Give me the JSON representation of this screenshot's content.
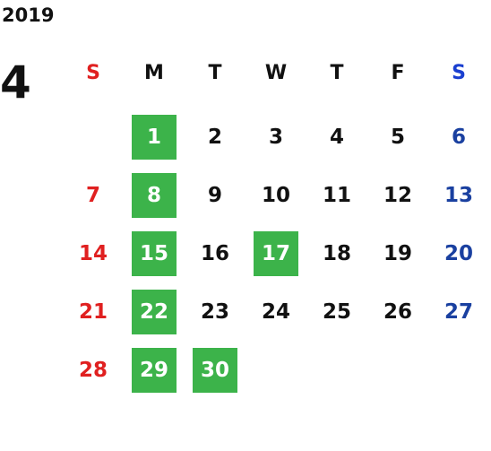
{
  "calendar": {
    "year": "2019",
    "month": "4",
    "colors": {
      "sunday": "#e02020",
      "saturday": "#1a40a0",
      "weekday": "#111111",
      "sunday_header": "#e02020",
      "saturday_header": "#1a3fd0",
      "highlight_bg": "#3cb34a",
      "highlight_text": "#ffffff"
    },
    "weekdays": [
      "S",
      "M",
      "T",
      "W",
      "T",
      "F",
      "S"
    ],
    "leading_blanks": 1,
    "days": [
      {
        "label": "1",
        "highlight": true
      },
      {
        "label": "2",
        "highlight": false
      },
      {
        "label": "3",
        "highlight": false
      },
      {
        "label": "4",
        "highlight": false
      },
      {
        "label": "5",
        "highlight": false
      },
      {
        "label": "6",
        "highlight": false
      },
      {
        "label": "7",
        "highlight": false
      },
      {
        "label": "8",
        "highlight": true
      },
      {
        "label": "9",
        "highlight": false
      },
      {
        "label": "10",
        "highlight": false
      },
      {
        "label": "11",
        "highlight": false
      },
      {
        "label": "12",
        "highlight": false
      },
      {
        "label": "13",
        "highlight": false
      },
      {
        "label": "14",
        "highlight": false
      },
      {
        "label": "15",
        "highlight": true
      },
      {
        "label": "16",
        "highlight": false
      },
      {
        "label": "17",
        "highlight": true
      },
      {
        "label": "18",
        "highlight": false
      },
      {
        "label": "19",
        "highlight": false
      },
      {
        "label": "20",
        "highlight": false
      },
      {
        "label": "21",
        "highlight": false
      },
      {
        "label": "22",
        "highlight": true
      },
      {
        "label": "23",
        "highlight": false
      },
      {
        "label": "24",
        "highlight": false
      },
      {
        "label": "25",
        "highlight": false
      },
      {
        "label": "26",
        "highlight": false
      },
      {
        "label": "27",
        "highlight": false
      },
      {
        "label": "28",
        "highlight": false
      },
      {
        "label": "29",
        "highlight": true
      },
      {
        "label": "30",
        "highlight": true
      }
    ]
  }
}
